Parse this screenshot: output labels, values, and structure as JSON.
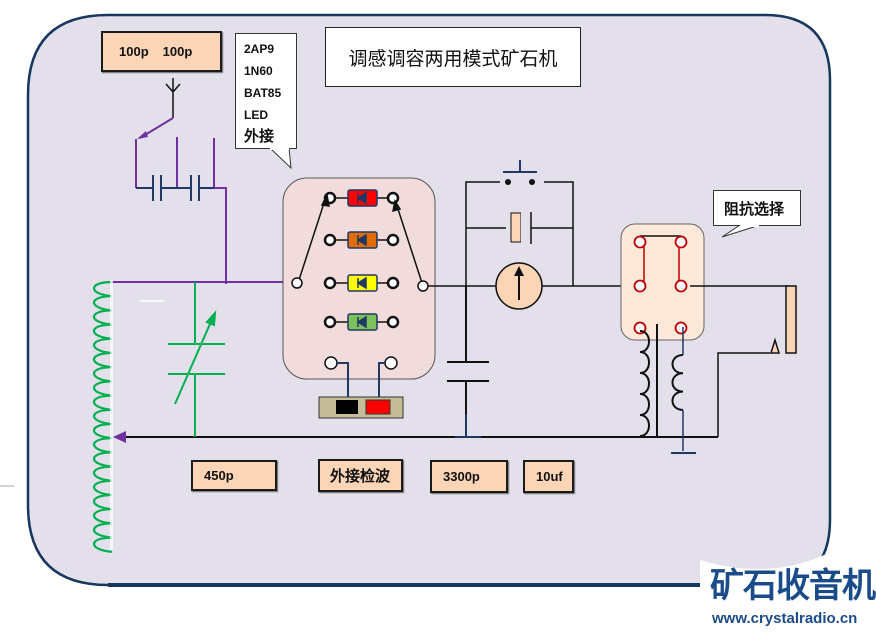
{
  "title": "调感调容两用模式矿石机",
  "antenna_caps_label": {
    "left": "100p",
    "right": "100p"
  },
  "detector_callout": {
    "lines": [
      "2AP9",
      "1N60",
      "BAT85",
      "LED"
    ],
    "zh_line": "外接"
  },
  "impedance_callout": "阻抗选择",
  "bottom_labels": {
    "tuning_cap": "450p",
    "external_detector": "外接检波",
    "bypass_cap": "3300p",
    "electrolytic": "10uf"
  },
  "diodes": [
    {
      "name": "red",
      "color": "#ff0000"
    },
    {
      "name": "orange",
      "color": "#e36c0a"
    },
    {
      "name": "yellow",
      "color": "#ffff00"
    },
    {
      "name": "green",
      "color": "#7cc15a"
    }
  ],
  "external_terminals": {
    "neg_color": "#000000",
    "pos_color": "#ff0000"
  },
  "brand": {
    "name": "矿石收音机",
    "url": "www.crystalradio.cn"
  },
  "colors": {
    "panel_bg": "#e3dfeb",
    "panel_border": "#17375e",
    "coil": "#00b050",
    "purple_wire": "#7030a0",
    "navy": "#1f3864",
    "peach": "#fbd5b5",
    "switch_red": "#c00000"
  }
}
